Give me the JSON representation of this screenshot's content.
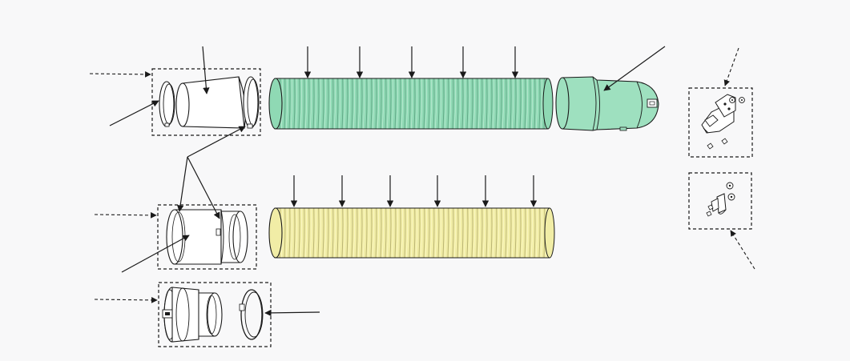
{
  "diagram": {
    "background": "#f8f8f9",
    "line_color": "#1a1a1a",
    "colors": {
      "green_hose": "#8fd9b4",
      "green_hose_rib": "#5fa584",
      "yellow_hose": "#f1eda6",
      "yellow_hose_rib": "#b7b070",
      "green_nozzle": "#9ee0bf",
      "part_fill": "#ffffff"
    },
    "parts": [
      {
        "name": "adapter-kit-box",
        "icon": "tapered-adapter-with-clamp-rings"
      },
      {
        "name": "green-hose",
        "icon": "corrugated-hose"
      },
      {
        "name": "green-nozzle",
        "icon": "window-nozzle"
      },
      {
        "name": "hinge-bracket-box",
        "icon": "hinge-bracket-with-screws"
      },
      {
        "name": "hook-bracket-box",
        "icon": "hook-bracket-with-screws"
      },
      {
        "name": "coupling-sleeve-box",
        "icon": "straight-coupling-sleeve"
      },
      {
        "name": "yellow-hose",
        "icon": "corrugated-hose"
      },
      {
        "name": "flange-ring-box",
        "icon": "flange-with-ring-clamp"
      }
    ],
    "labels": []
  }
}
